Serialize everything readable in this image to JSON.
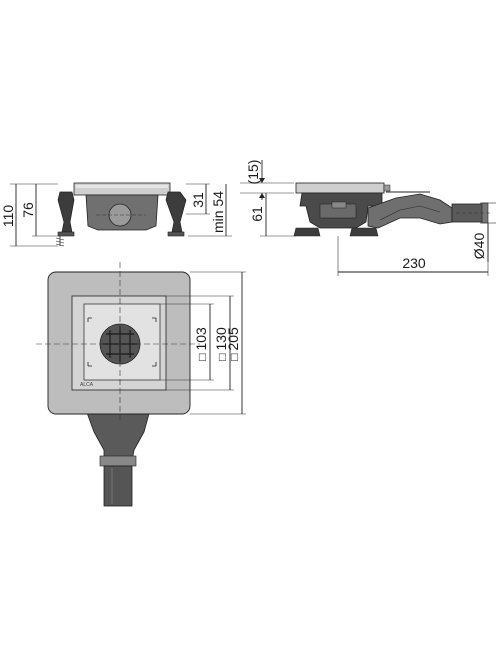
{
  "dimensions": {
    "front_view": {
      "height_total": "110",
      "height_76": "76",
      "height_31": "31",
      "min_54": "min 54"
    },
    "side_view": {
      "offset_15": "(15)",
      "height_61": "61",
      "length_230": "230",
      "outlet_diameter": "Ø40"
    },
    "top_view": {
      "grate_103": "103",
      "frame_130": "130",
      "outer_205": "205",
      "square_symbol": "□"
    }
  },
  "colors": {
    "line": "#222222",
    "body_dark": "#4a4a4a",
    "body_mid": "#8c8c8c",
    "plate": "#bdbdbd",
    "plate_light": "#d6d6d6",
    "grate": "#5a5a5a"
  },
  "brand_mark": "ALCA"
}
